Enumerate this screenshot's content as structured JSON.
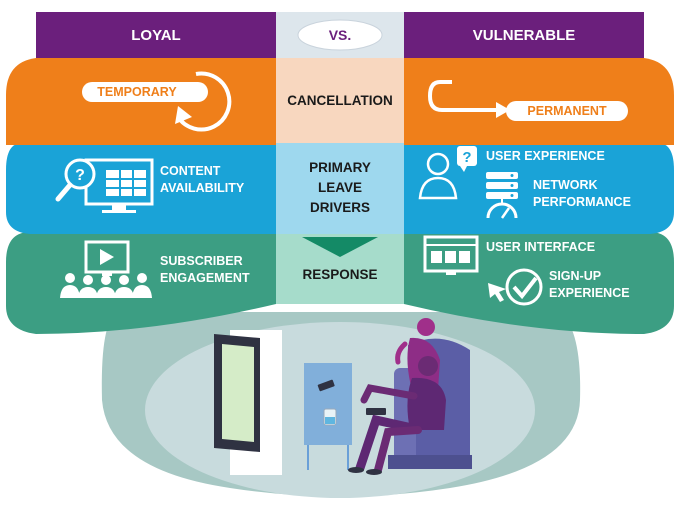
{
  "header": {
    "loyal": "LOYAL",
    "vs": "VS.",
    "vulnerable": "VULNERABLE"
  },
  "cancellation": {
    "left_tag": "TEMPORARY",
    "center": "CANCELLATION",
    "right_tag": "PERMANENT"
  },
  "drivers": {
    "center_line1": "PRIMARY",
    "center_line2": "LEAVE",
    "center_line3": "DRIVERS",
    "left_line1": "CONTENT",
    "left_line2": "AVAILABILITY",
    "right_item1": "USER EXPERIENCE",
    "right_item2_line1": "NETWORK",
    "right_item2_line2": "PERFORMANCE"
  },
  "response": {
    "center": "RESPONSE",
    "left_line1": "SUBSCRIBER",
    "left_line2": "ENGAGEMENT",
    "right_item1": "USER INTERFACE",
    "right_item2_line1": "SIGN-UP",
    "right_item2_line2": "EXPERIENCE"
  },
  "colors": {
    "purple": "#6b1f7c",
    "orange": "#ef7f1a",
    "blue": "#1aa3d7",
    "green": "#3c9e83",
    "peach": "#f8d7bf",
    "light_blue": "#9ed8ee",
    "light_green": "#a6dccb",
    "base": "#a7c8c4",
    "inner": "#c8dbdd"
  },
  "icons": [
    "refresh-arrow-icon",
    "u-turn-arrow-icon",
    "search-monitor-icon",
    "support-agent-icon",
    "server-gauge-icon",
    "video-audience-icon",
    "ui-monitor-icon",
    "cursor-check-icon",
    "couch-scene-illustration"
  ]
}
